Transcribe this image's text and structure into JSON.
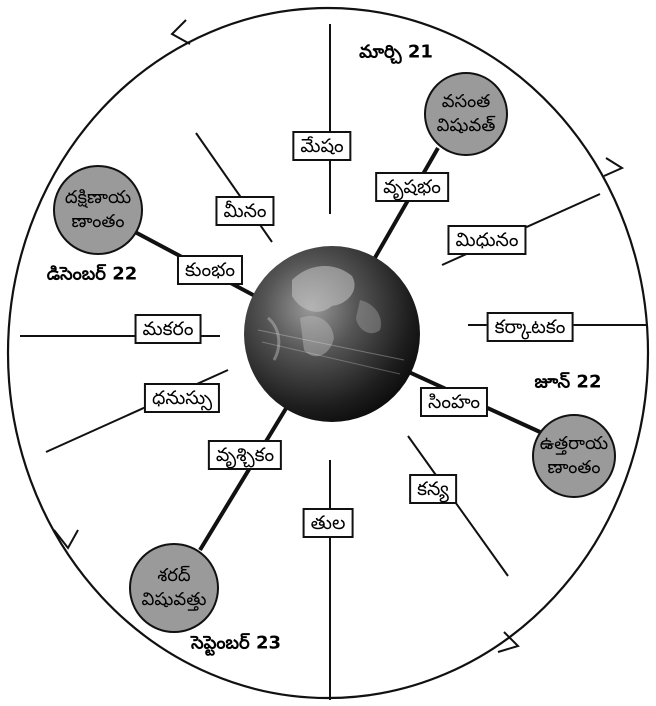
{
  "signs": {
    "mesham": "మేషం",
    "vrushabham": "వృషభం",
    "midhunam": "మిధునం",
    "karkatakam": "కర్కాటకం",
    "simham": "సింహం",
    "kanya": "కన్య",
    "tula": "తుల",
    "vruschikam": "వృశ్చికం",
    "dhanussu": "ధనుస్సు",
    "makaram": "మకరం",
    "kumbham": "కుంభం",
    "meenam": "మీనం"
  },
  "events": {
    "vernal": {
      "line1": "వసంత",
      "line2": "విషువత్"
    },
    "summer": {
      "line1": "ఉత్తరాయ",
      "line2": "ణాంతం"
    },
    "autumnal": {
      "line1": "శరద్",
      "line2": "విషువత్తు"
    },
    "winter": {
      "line1": "దక్షిణాయ",
      "line2": "ణాంతం"
    }
  },
  "dates": {
    "march": "మార్చి 21",
    "june": "జూన్ 22",
    "september": "సెప్టెంబర్ 23",
    "december": "డిసెంబర్ 22"
  }
}
